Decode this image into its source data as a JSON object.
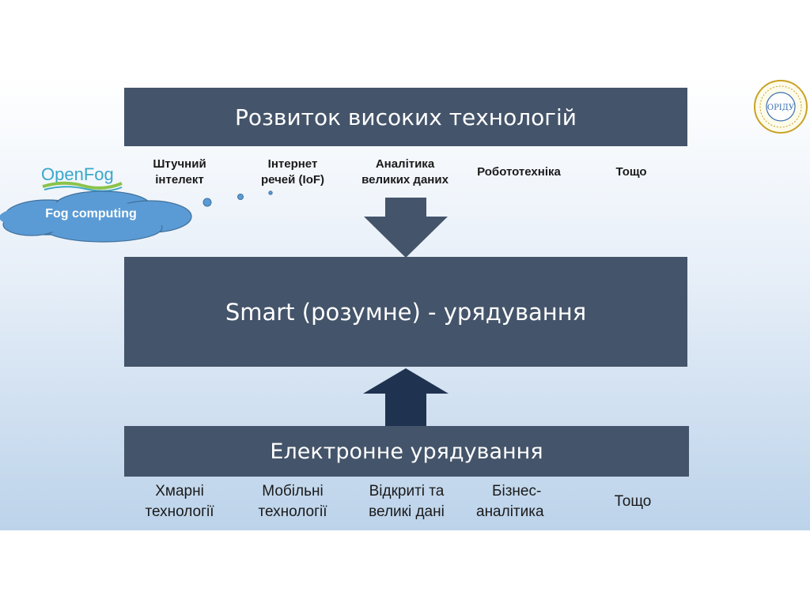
{
  "diagram": {
    "top_title": "Розвиток високих технологій",
    "middle_title": "Smart (розумне) - урядування",
    "bottom_title": "Електронне урядування",
    "top_items": [
      {
        "line1": "Штучний",
        "line2": "інтелект"
      },
      {
        "line1": "Інтернет",
        "line2": "речей (IoF)"
      },
      {
        "line1": "Аналітика",
        "line2": "великих даних"
      },
      {
        "line1": "Робототехніка",
        "line2": ""
      },
      {
        "line1": "Тощо",
        "line2": ""
      }
    ],
    "bottom_items": [
      {
        "line1": "Хмарні",
        "line2": "технології"
      },
      {
        "line1": "Мобільні",
        "line2": "технології"
      },
      {
        "line1": "Відкриті та",
        "line2": "великі дані"
      },
      {
        "line1": "Бізнес-",
        "line2": "аналітика"
      },
      {
        "line1": "Тощо",
        "line2": ""
      }
    ],
    "cloud_label": "Fog computing",
    "openfog_logo_text": "OpenFog",
    "emblem_text": "ОРІДУ"
  },
  "colors": {
    "box": "#44546a",
    "arrow_down": "#44546a",
    "arrow_up": "#1f3350",
    "cloud": "#5b9bd5",
    "cloud_stroke": "#41719c",
    "openfog_text": "#3aa7c9",
    "openfog_wave": "#8bc34a"
  }
}
